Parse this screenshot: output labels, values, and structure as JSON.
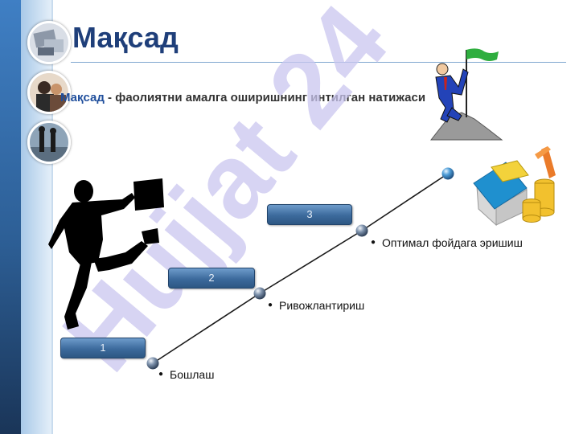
{
  "title": "Мақсад",
  "definition": {
    "term": "Мақсад",
    "text": " - фаолиятни амалга  оширишнинг  интилган натижаси"
  },
  "steps": [
    {
      "number": "1",
      "label": "Бошлаш"
    },
    {
      "number": "2",
      "label": "Ривожлантириш"
    },
    {
      "number": "3",
      "label": "Оптимал фойдага эришиш"
    }
  ],
  "watermark": "Hujjat 24",
  "colors": {
    "title": "#1f3f7a",
    "term": "#1f4e9c",
    "step_box": "#3c6a9c",
    "sidebar": "#2d5f96",
    "watermark": "#c9c6ef"
  },
  "icons": [
    "business-collage-icon",
    "business-people-icon",
    "walking-people-icon",
    "leaping-businessman-icon",
    "summit-flag-icon",
    "money-house-icon"
  ]
}
